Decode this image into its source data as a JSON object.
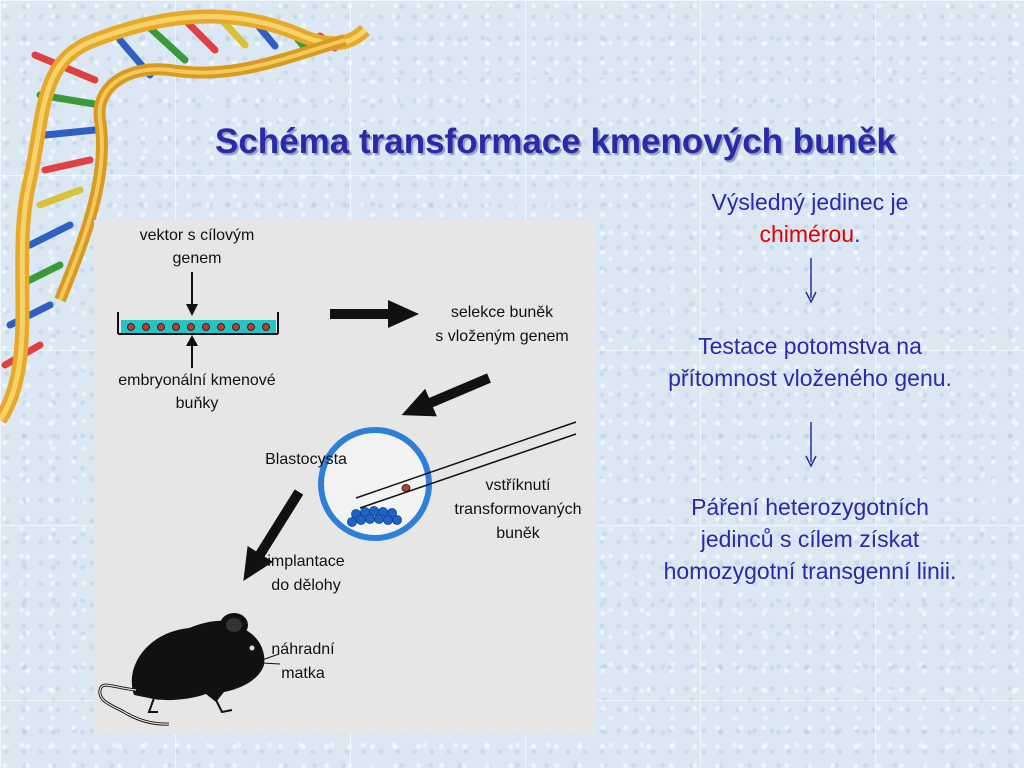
{
  "slide": {
    "title": "Schéma transformace kmenových buněk"
  },
  "diagram": {
    "vector_label_line1": "vektor s cílovým",
    "vector_label_line2": "genem",
    "selection_label_line1": "selekce buněk",
    "selection_label_line2": "s vloženým genem",
    "es_cells_label_line1": "embryonální kmenové",
    "es_cells_label_line2": "buňky",
    "blastocyst_label": "Blastocysta",
    "injection_label_line1": "vstříknutí",
    "injection_label_line2": "transformovaných",
    "injection_label_line3": "buněk",
    "implantation_label_line1": "implantace",
    "implantation_label_line2": "do dělohy",
    "surrogate_label_line1": "náhradní",
    "surrogate_label_line2": "matka"
  },
  "right_panel": {
    "result_text": "Výsledný jedinec je",
    "result_highlight": "chimérou",
    "result_period": ".",
    "testing_line1": "Testace potomstva na",
    "testing_line2": "přítomnost vloženého genu.",
    "mating_line1": "Páření heterozygotních",
    "mating_line2": "jedinců s cílem získat",
    "mating_line3": "homozygotní transgenní linii."
  },
  "colors": {
    "title": "#2a2aa8",
    "body_text": "#2a2aa8",
    "highlight": "#e00000",
    "blastocyst": "#2f7fd6",
    "cells": "#1e63c8",
    "dish_liquid": "#27c4c4"
  }
}
